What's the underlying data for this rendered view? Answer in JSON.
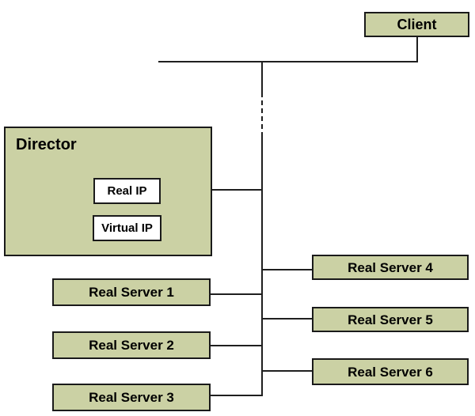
{
  "diagram_type": "network-topology",
  "colors": {
    "node_fill": "#cbd1a4",
    "node_border": "#1a1a1a",
    "connector_line": "#1f1f1f",
    "ip_box_fill": "#ffffff",
    "background": "#ffffff",
    "label_text": "#000000"
  },
  "nodes": {
    "client": {
      "label": "Client"
    },
    "director": {
      "label": "Director",
      "real_ip": {
        "label": "Real IP"
      },
      "virtual_ip": {
        "label": "Virtual IP"
      }
    },
    "real_servers": [
      {
        "label": "Real Server 1"
      },
      {
        "label": "Real Server 2"
      },
      {
        "label": "Real Server 3"
      },
      {
        "label": "Real Server 4"
      },
      {
        "label": "Real Server 5"
      },
      {
        "label": "Real Server 6"
      }
    ]
  }
}
